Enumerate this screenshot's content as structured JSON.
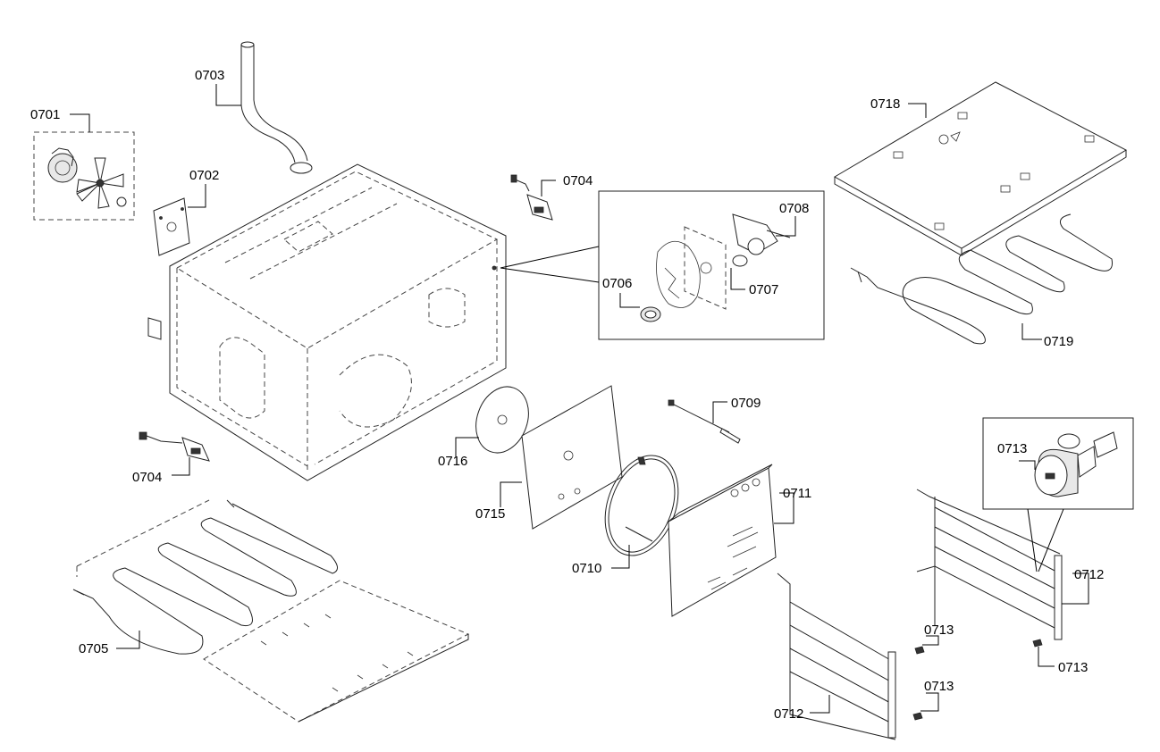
{
  "labels": {
    "p0701": "0701",
    "p0702": "0702",
    "p0703": "0703",
    "p0704_top": "0704",
    "p0704_bottom": "0704",
    "p0705": "0705",
    "p0706": "0706",
    "p0707": "0707",
    "p0708": "0708",
    "p0709": "0709",
    "p0710": "0710",
    "p0711": "0711",
    "p0712_right": "0712",
    "p0712_bottom": "0712",
    "p0713_detail": "0713",
    "p0713_right": "0713",
    "p0713_mid_a": "0713",
    "p0713_mid_b": "0713",
    "p0715": "0715",
    "p0716": "0716",
    "p0718": "0718",
    "p0719": "0719"
  },
  "colors": {
    "line": "#222222",
    "background": "#ffffff"
  }
}
